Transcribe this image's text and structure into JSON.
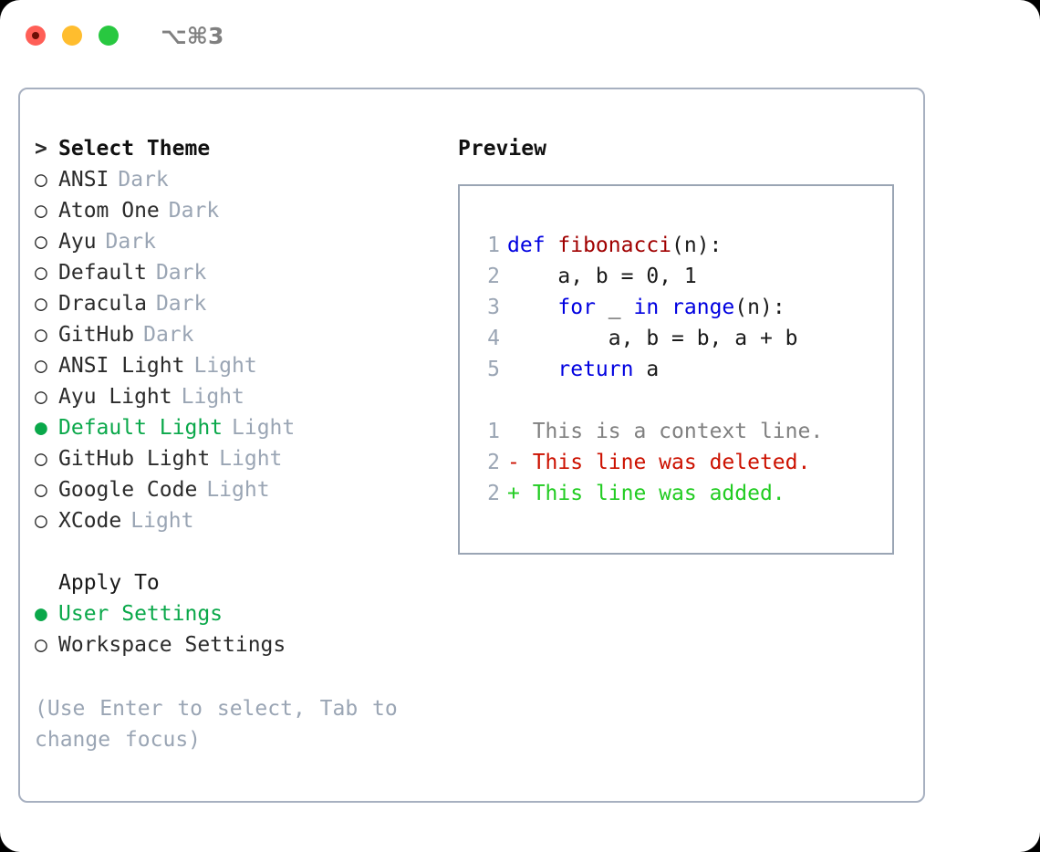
{
  "titlebar": {
    "shortcut": "⌥⌘3",
    "lights": [
      "close",
      "minimize",
      "zoom"
    ]
  },
  "theme_picker": {
    "heading_prefix": ">",
    "heading": "Select Theme",
    "bullet_unselected": "○",
    "bullet_selected": "●",
    "items": [
      {
        "name": "ANSI",
        "tag": "Dark",
        "selected": false
      },
      {
        "name": "Atom One",
        "tag": "Dark",
        "selected": false
      },
      {
        "name": "Ayu",
        "tag": "Dark",
        "selected": false
      },
      {
        "name": "Default",
        "tag": "Dark",
        "selected": false
      },
      {
        "name": "Dracula",
        "tag": "Dark",
        "selected": false
      },
      {
        "name": "GitHub",
        "tag": "Dark",
        "selected": false
      },
      {
        "name": "ANSI Light",
        "tag": "Light",
        "selected": false
      },
      {
        "name": "Ayu Light",
        "tag": "Light",
        "selected": false
      },
      {
        "name": "Default Light",
        "tag": "Light",
        "selected": true
      },
      {
        "name": "GitHub Light",
        "tag": "Light",
        "selected": false
      },
      {
        "name": "Google Code",
        "tag": "Light",
        "selected": false
      },
      {
        "name": "XCode",
        "tag": "Light",
        "selected": false
      }
    ]
  },
  "apply_to": {
    "title": "Apply To",
    "items": [
      {
        "name": "User Settings",
        "selected": true
      },
      {
        "name": "Workspace Settings",
        "selected": false
      }
    ]
  },
  "hint": "(Use Enter to select, Tab to change focus)",
  "preview": {
    "title": "Preview",
    "code_lines": [
      {
        "num": "1",
        "tokens": [
          {
            "t": "def ",
            "c": "kw"
          },
          {
            "t": "fibonacci",
            "c": "fn"
          },
          {
            "t": "(n):",
            "c": "plain"
          }
        ]
      },
      {
        "num": "2",
        "tokens": [
          {
            "t": "    a, b = 0, 1",
            "c": "plain"
          }
        ]
      },
      {
        "num": "3",
        "tokens": [
          {
            "t": "    ",
            "c": "plain"
          },
          {
            "t": "for",
            "c": "kw"
          },
          {
            "t": " _ ",
            "c": "plain"
          },
          {
            "t": "in",
            "c": "kw"
          },
          {
            "t": " ",
            "c": "plain"
          },
          {
            "t": "range",
            "c": "kw"
          },
          {
            "t": "(n):",
            "c": "plain"
          }
        ]
      },
      {
        "num": "4",
        "tokens": [
          {
            "t": "        a, b = b, a + b",
            "c": "plain"
          }
        ]
      },
      {
        "num": "5",
        "tokens": [
          {
            "t": "    ",
            "c": "plain"
          },
          {
            "t": "return",
            "c": "kw"
          },
          {
            "t": " a",
            "c": "plain"
          }
        ]
      }
    ],
    "diff_lines": [
      {
        "num": "1",
        "marker": "  ",
        "text": "This is a context line.",
        "kind": "ctx"
      },
      {
        "num": "2",
        "marker": "- ",
        "text": "This line was deleted.",
        "kind": "del"
      },
      {
        "num": "2",
        "marker": "+ ",
        "text": "This line was added.",
        "kind": "add"
      }
    ]
  },
  "colors": {
    "accent_green": "#0aa84a",
    "muted": "#9aa5b4",
    "keyword_blue": "#0000e0",
    "function_red": "#a00000",
    "diff_deleted": "#cc1100",
    "diff_added": "#22cc22",
    "border": "#a7b0c0",
    "light_red": "#ff5f57",
    "light_yellow": "#ffbd2e",
    "light_green": "#28c840"
  }
}
